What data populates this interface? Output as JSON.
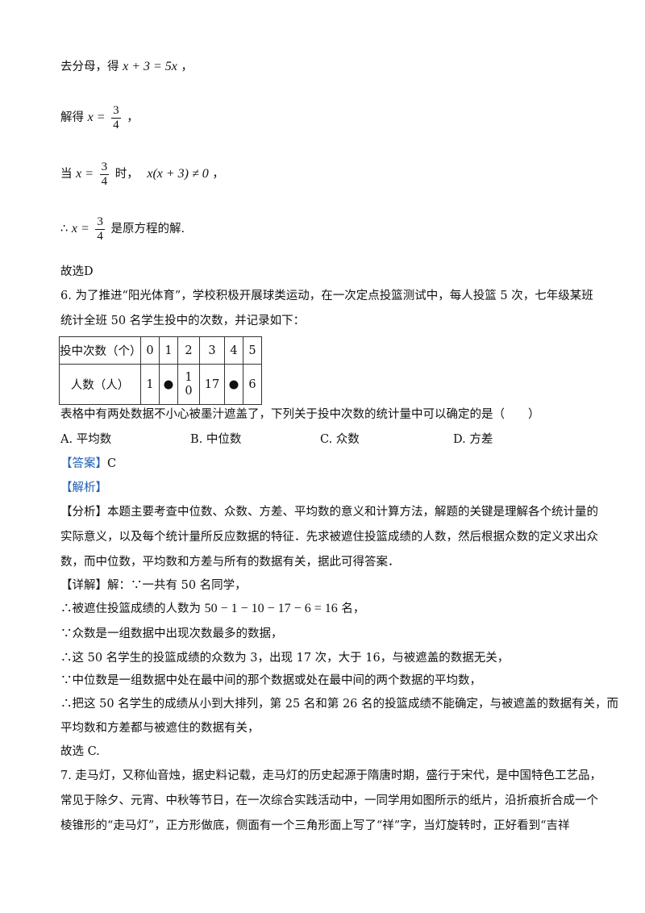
{
  "solution_q5": {
    "step1_label": "去分母，得",
    "step1_eq": "x + 3 = 5x",
    "step1_end": "，",
    "step2_label": "解得",
    "step2_var": "x =",
    "frac_num": "3",
    "frac_den": "4",
    "step2_end": "，",
    "step3_pre": "当",
    "step3_var": "x =",
    "step3_mid": "时，",
    "step3_expr": "x(x + 3) ≠ 0",
    "step3_end": "，",
    "step4_pre": "∴",
    "step4_var": "x =",
    "step4_end": "是原方程的解.",
    "choice": "故选D"
  },
  "q6": {
    "stem_line1": "6. 为了推进“阳光体育”，学校积极开展球类运动，在一次定点投篮测试中，每人投篮 5 次，七年级某班",
    "stem_line2": "统计全班 50 名学生投中的次数，并记录如下：",
    "table": {
      "row1_header": "投中次数（个）",
      "row1_values": [
        "0",
        "1",
        "2",
        "3",
        "4",
        "5"
      ],
      "row2_header": "人数（人）",
      "row2_values": [
        "1",
        "●",
        "10",
        "17",
        "●",
        "6"
      ]
    },
    "question": "表格中有两处数据不小心被墨汁遮盖了，下列关于投中次数的统计量中可以确定的是（　　）",
    "options": [
      "A. 平均数",
      "B. 中位数",
      "C. 众数",
      "D. 方差"
    ],
    "answer_tag": "【答案】",
    "answer_value": "C",
    "analysis_tag": "【解析】",
    "analysis_line1": "【分析】本题主要考查中位数、众数、方差、平均数的意义和计算方法，解题的关键是理解各个统计量的",
    "analysis_line2": "实际意义，以及每个统计量所反应数据的特征．先求被遮住投篮成绩的人数，然后根据众数的定义求出众",
    "analysis_line3": "数，而中位数，平均数和方差与所有的数据有关，据此可得答案．",
    "detail_line1": "【详解】解：∵一共有 50 名同学，",
    "detail_line2_pre": "∴被遮住投篮成绩的人数为",
    "detail_line2_eq": "50 − 1 − 10 − 17 − 6 = 16",
    "detail_line2_end": "名，",
    "detail_line3": "∵众数是一组数据中出现次数最多的数据，",
    "detail_line4": "∴这 50 名学生的投篮成绩的众数为 3，出现 17 次，大于 16，与被遮盖的数据无关，",
    "detail_line5": "∵中位数是一组数据中处在最中间的那个数据或处在最中间的两个数据的平均数，",
    "detail_line6": "∴把这 50 名学生的成绩从小到大排列，第 25 名和第 26 名的投篮成绩不能确定，与被遮盖的数据有关，而",
    "detail_line7": "平均数和方差都与被遮住的数据有关，",
    "choice": "故选 C."
  },
  "q7": {
    "line1": "7. 走马灯，又称仙音烛，据史料记载，走马灯的历史起源于隋唐时期，盛行于宋代，是中国特色工艺品，",
    "line2": "常见于除夕、元宵、中秋等节日，在一次综合实践活动中，一同学用如图所示的纸片，沿折痕折合成一个",
    "line3": "棱锥形的“走马灯”，正方形做底，侧面有一个三角形面上写了“祥”字，当灯旋转时，正好看到“吉祥"
  },
  "colors": {
    "tag": "#1f5fb4",
    "text": "#111111"
  }
}
